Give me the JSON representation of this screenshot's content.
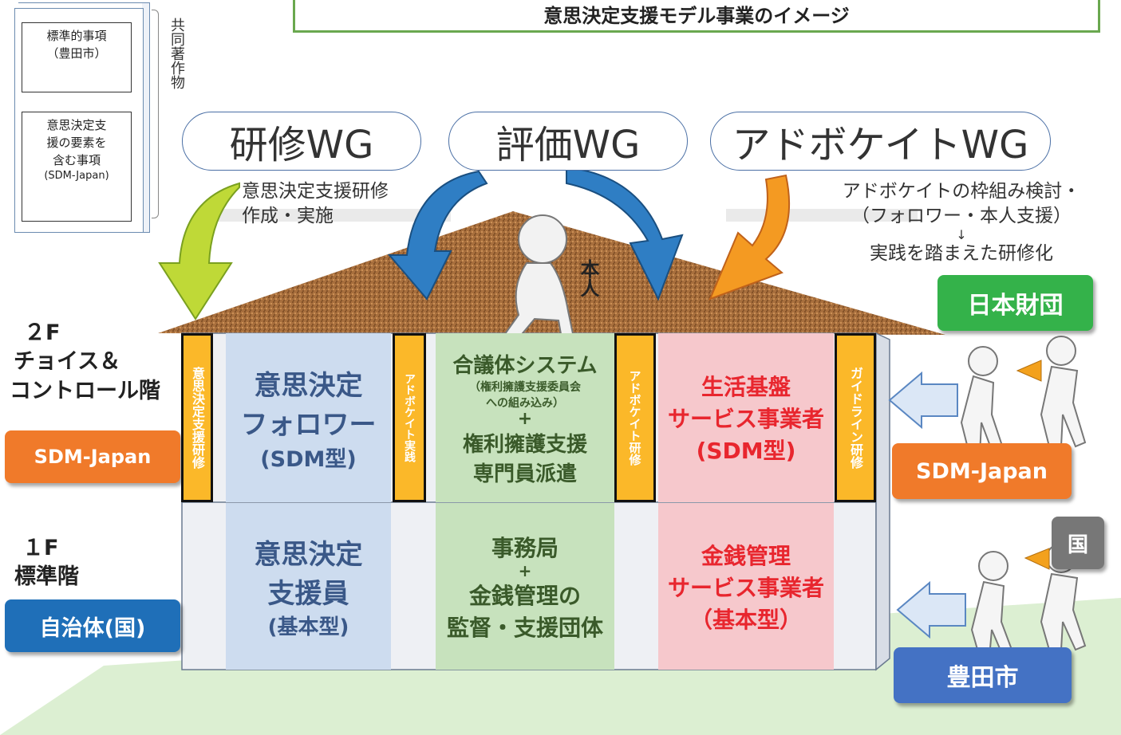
{
  "title": "意思決定支援モデル事業のイメージ",
  "book": {
    "box1": "標準的事項\n（豊田市）",
    "box2_line1": "意思決定支",
    "box2_line2": "援の要素を",
    "box2_line3": "含む事項",
    "box2_line4": "(SDM-Japan)",
    "side_label": "共同著作物"
  },
  "wg": [
    {
      "label": "研修WG"
    },
    {
      "label": "評価WG"
    },
    {
      "label": "アドボケイトWG"
    }
  ],
  "annotations": {
    "left_line1": "意思決定支援研修",
    "left_line2": "作成・実施",
    "right_line1": "アドボケイトの枠組み検討・",
    "right_line2": "（フォロワー・本人支援）",
    "right_arrow": "↓",
    "right_line3": "実践を踏まえた研修化",
    "person": "本人"
  },
  "floors": {
    "f2_num": "２F",
    "f2_name1": "チョイス＆",
    "f2_name2": "コントロール階",
    "f2_pill": "SDM-Japan",
    "f1_num": "１F",
    "f1_name": "標準階",
    "f1_pill": "自治体(国)"
  },
  "columns": {
    "c1": "意思決定支援研修",
    "c2": "アドボケイト実践",
    "c3": "アドボケイト研修",
    "c4": "ガイドライン研修"
  },
  "second_floor": {
    "blue_line1": "意思決定",
    "blue_line2": "フォロワー",
    "blue_line3": "(SDM型)",
    "green_line1": "合議体システム",
    "green_line2": "（権利擁護支援委員会",
    "green_line3": "への組み込み）",
    "green_plus": "+",
    "green_line4": "権利擁護支援",
    "green_line5": "専門員派遣",
    "red_line1": "生活基盤",
    "red_line2": "サービス事業者",
    "red_line3": "(SDM型)"
  },
  "first_floor": {
    "blue_line1": "意思決定",
    "blue_line2": "支援員",
    "blue_line3": "(基本型)",
    "green_line1": "事務局",
    "green_plus": "+",
    "green_line2": "金銭管理の",
    "green_line3": "監督・支援団体",
    "red_line1": "金銭管理",
    "red_line2": "サービス事業者",
    "red_line3": "（基本型）"
  },
  "right_side": {
    "nippon": "日本財団",
    "sdm": "SDM-Japan",
    "kuni": "国",
    "toyota": "豊田市"
  },
  "colors": {
    "blue_cell": "#cddcef",
    "green_cell": "#c7e2bd",
    "red_cell": "#f6c8cc",
    "red_text": "#e8262e",
    "blue_text": "#3a5888",
    "green_text": "#3a5a2a",
    "orange_pill": "#f07a2a",
    "blue_pill": "#1f6fb8",
    "green_pill": "#34b24a",
    "column": "#fbb829"
  }
}
